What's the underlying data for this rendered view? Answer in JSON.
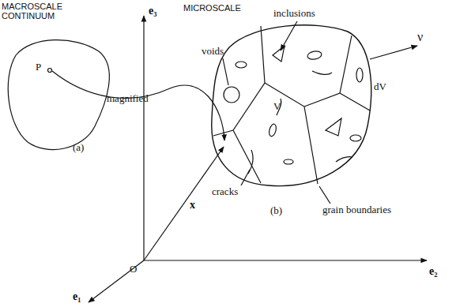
{
  "diagram": {
    "labels": [
      "MACROSCALE CONTINUUM",
      "MICROSCALE",
      "P",
      "magnified",
      "(a)",
      "e₃",
      "inclusions",
      "voids",
      "V",
      "ν",
      "dV",
      "x",
      "cracks",
      "grain boundaries",
      "(b)",
      "O",
      "e₂",
      "e₁"
    ]
  }
}
